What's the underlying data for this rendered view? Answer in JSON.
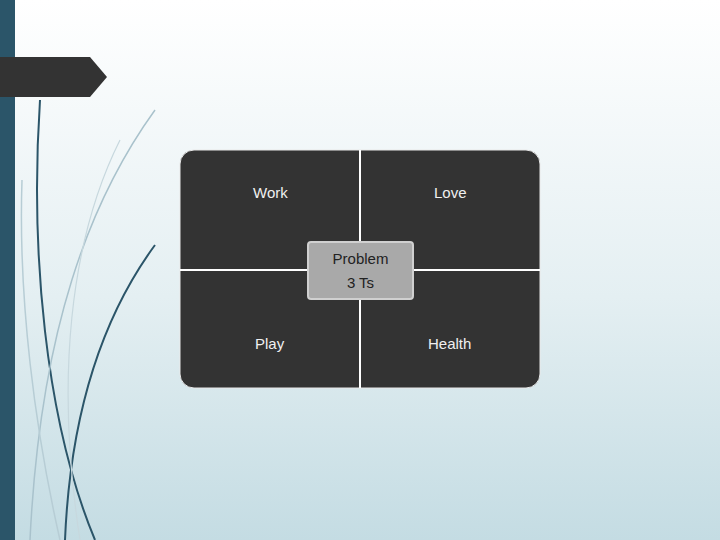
{
  "diagram": {
    "nodes": [
      {
        "text": [
          "Work"
        ]
      },
      {
        "text": [
          "Love"
        ]
      },
      {
        "text": [
          "Problem 3 Ts"
        ]
      },
      {
        "text": [
          "Play"
        ]
      },
      {
        "text": [
          "Health"
        ]
      }
    ]
  }
}
